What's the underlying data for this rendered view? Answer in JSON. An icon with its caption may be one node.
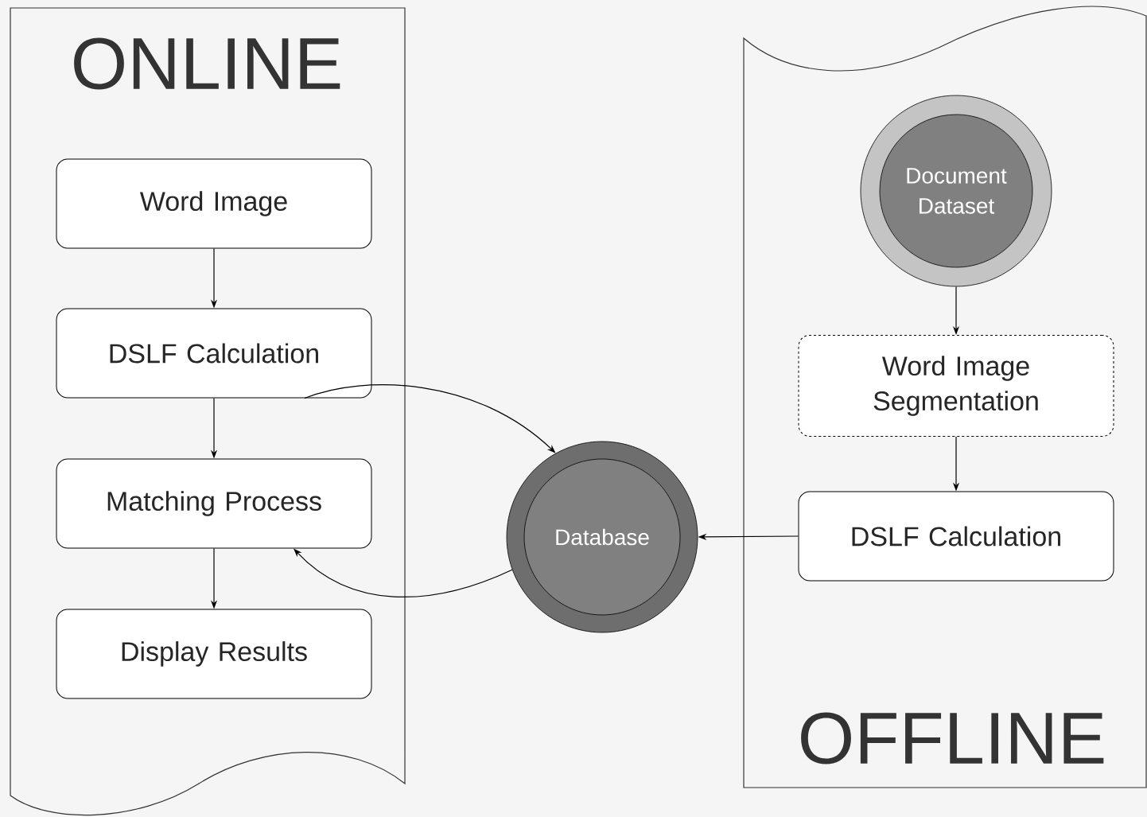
{
  "diagram": {
    "nodes": [
      {
        "text": [
          "ONLINE"
        ]
      },
      {
        "text": [
          "Word Image"
        ],
        "in": 0
      },
      {
        "text": [
          "DSLF Calculation"
        ],
        "in": 0
      },
      {
        "text": [
          "Matching Process"
        ],
        "in": 0
      },
      {
        "text": [
          "Display Results"
        ],
        "in": 0
      },
      {
        "text": [
          "Database"
        ]
      },
      {
        "text": [
          "OFFLINE"
        ]
      },
      {
        "text": [
          "Document Dataset"
        ],
        "in": 6
      },
      {
        "text": [
          "Word Image Segmentation"
        ],
        "in": 6
      },
      {
        "text": [
          "DSLF Calculation"
        ],
        "in": 6
      }
    ],
    "edges": [
      {
        "from": 1,
        "to": 2,
        "arrow": "to"
      },
      {
        "from": 2,
        "to": 3,
        "arrow": "to"
      },
      {
        "from": 3,
        "to": 4,
        "arrow": "to"
      },
      {
        "from": 2,
        "to": 5,
        "arrow": "to"
      },
      {
        "from": 5,
        "to": 3,
        "arrow": "to"
      },
      {
        "from": 7,
        "to": 8,
        "arrow": "to"
      },
      {
        "from": 8,
        "to": 9,
        "arrow": "to"
      },
      {
        "from": 9,
        "to": 5,
        "arrow": "to"
      }
    ]
  }
}
